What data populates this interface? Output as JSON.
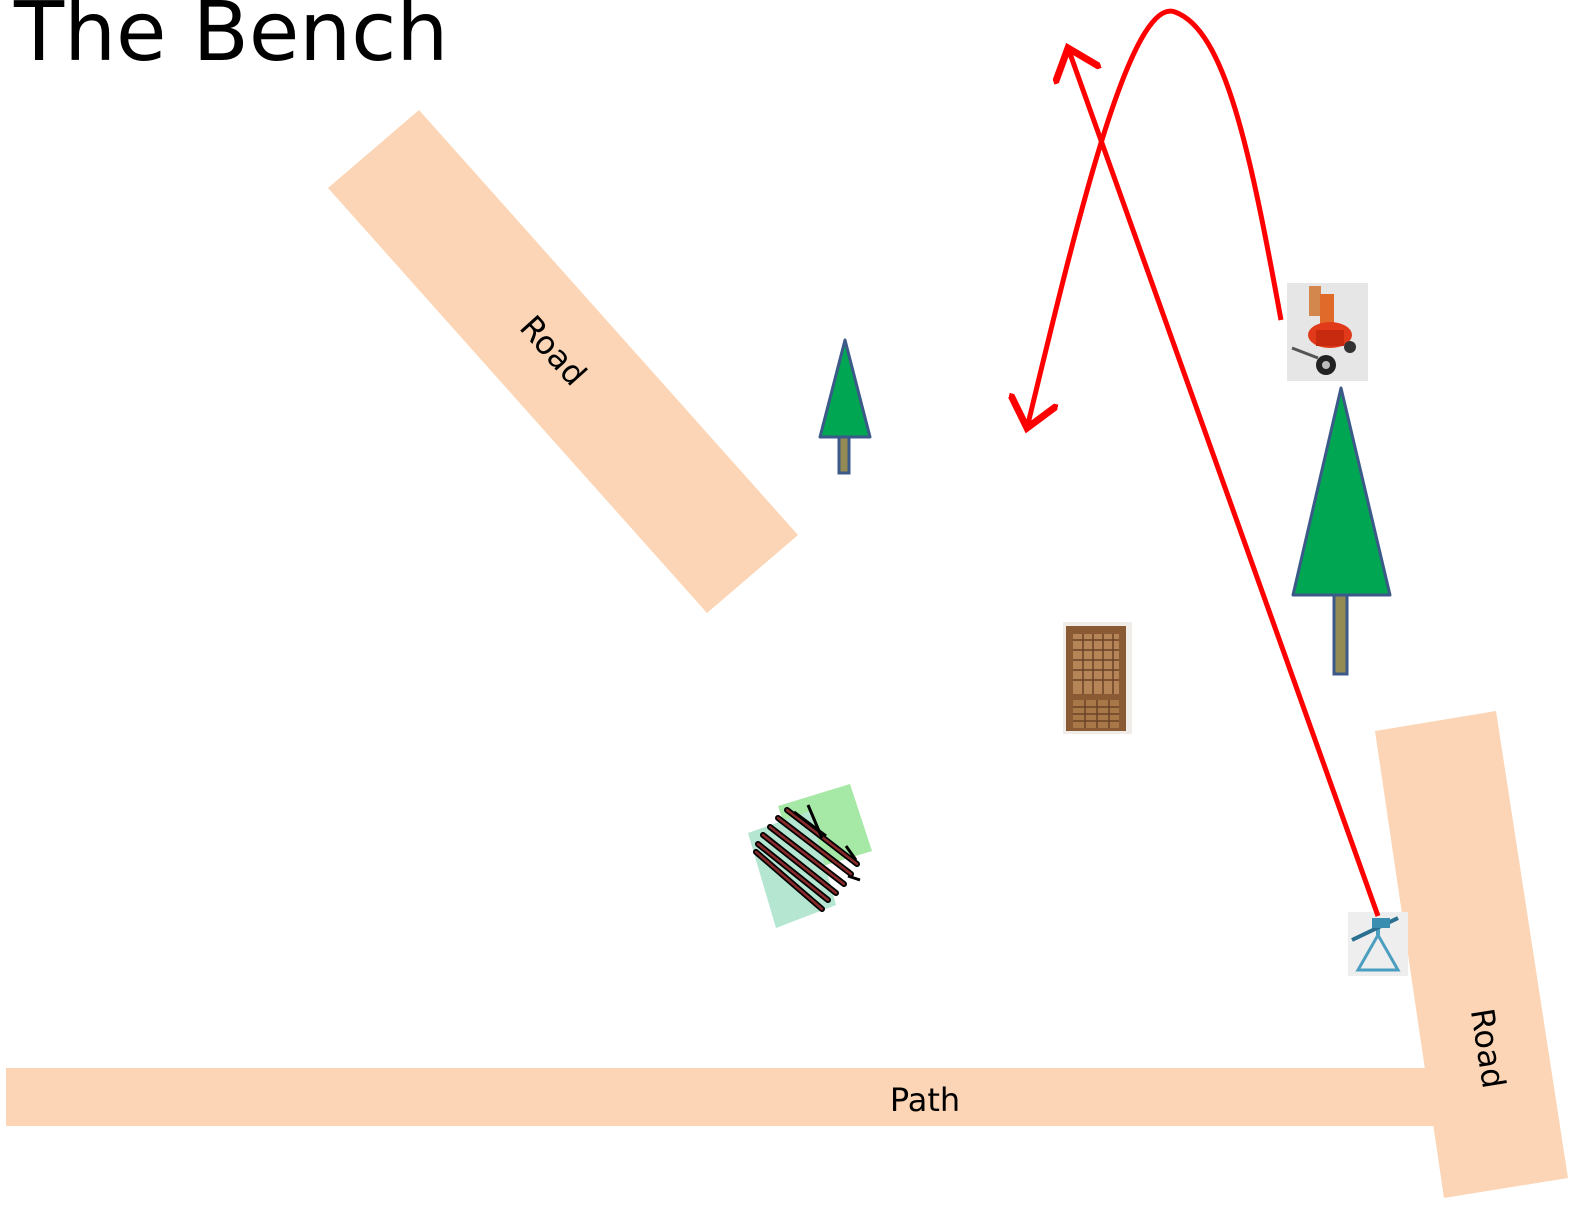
{
  "title": "The Bench",
  "labels": {
    "road_upper": "Road",
    "road_right": "Road",
    "path": "Path"
  },
  "colors": {
    "road": "#fbd5b5",
    "tree_fill": "#00a651",
    "tree_outline": "#3b5a8a",
    "trunk_fill": "#948a54",
    "arrow": "#ff0000",
    "bench_pad_1": "#a6e8a6",
    "bench_pad_2": "#b4e6d2"
  },
  "icons": [
    "tree-icon",
    "clay-thrower-machine-icon",
    "lattice-screen-icon",
    "bench-icon",
    "manual-trap-icon"
  ]
}
